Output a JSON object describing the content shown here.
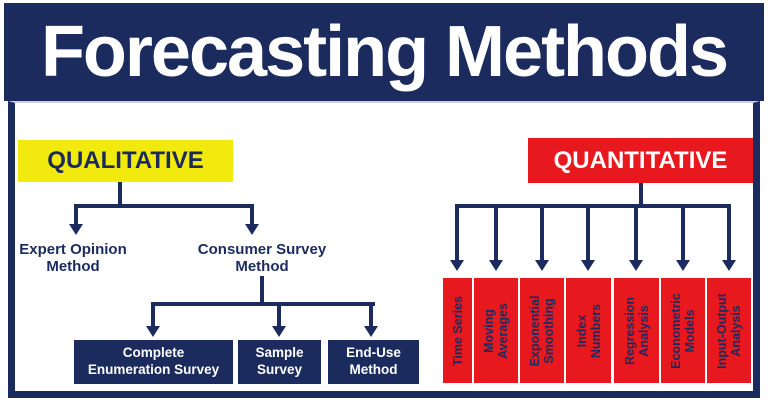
{
  "title": "Forecasting Methods",
  "colors": {
    "navy": "#1b2b5e",
    "red": "#e8181f",
    "yellow": "#f2e90f",
    "white": "#ffffff"
  },
  "qualitative": {
    "label": "QUALITATIVE",
    "branches": {
      "expert": "Expert Opinion\nMethod",
      "consumer": "Consumer Survey\nMethod"
    },
    "consumer_children": [
      "Complete\nEnumeration Survey",
      "Sample\nSurvey",
      "End-Use\nMethod"
    ]
  },
  "quantitative": {
    "label": "QUANTITATIVE",
    "methods": [
      "Time Series",
      "Moving\nAverages",
      "Exponential\nSmoothing",
      "Index\nNumbers",
      "Regression\nAnalysis",
      "Econometric\nModels",
      "Input-Output\nAnalysis"
    ]
  }
}
